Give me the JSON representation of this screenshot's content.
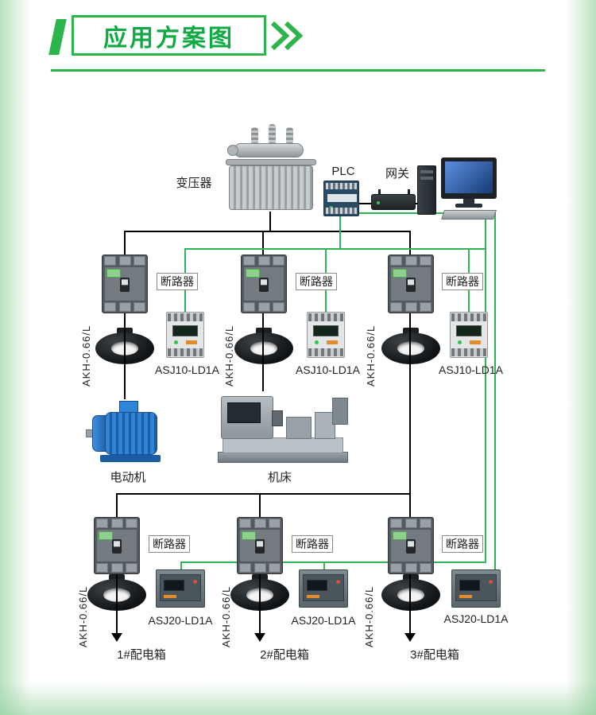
{
  "header": {
    "title": "应用方案图"
  },
  "top": {
    "transformer_label": "变压器",
    "plc_label": "PLC",
    "gateway_label": "网关"
  },
  "labels": {
    "breaker": "断路器",
    "ct": "AKH-0.66/L",
    "relay_asj10": "ASJ10-LD1A",
    "relay_asj20": "ASJ20-LD1A",
    "motor": "电动机",
    "machine_tool": "机床"
  },
  "distribution_boxes": [
    "1#配电箱",
    "2#配电箱",
    "3#配电箱"
  ],
  "colors": {
    "accent_green": "#2db54b",
    "signal_line_green": "#2fb457",
    "power_line_black": "#000000"
  }
}
